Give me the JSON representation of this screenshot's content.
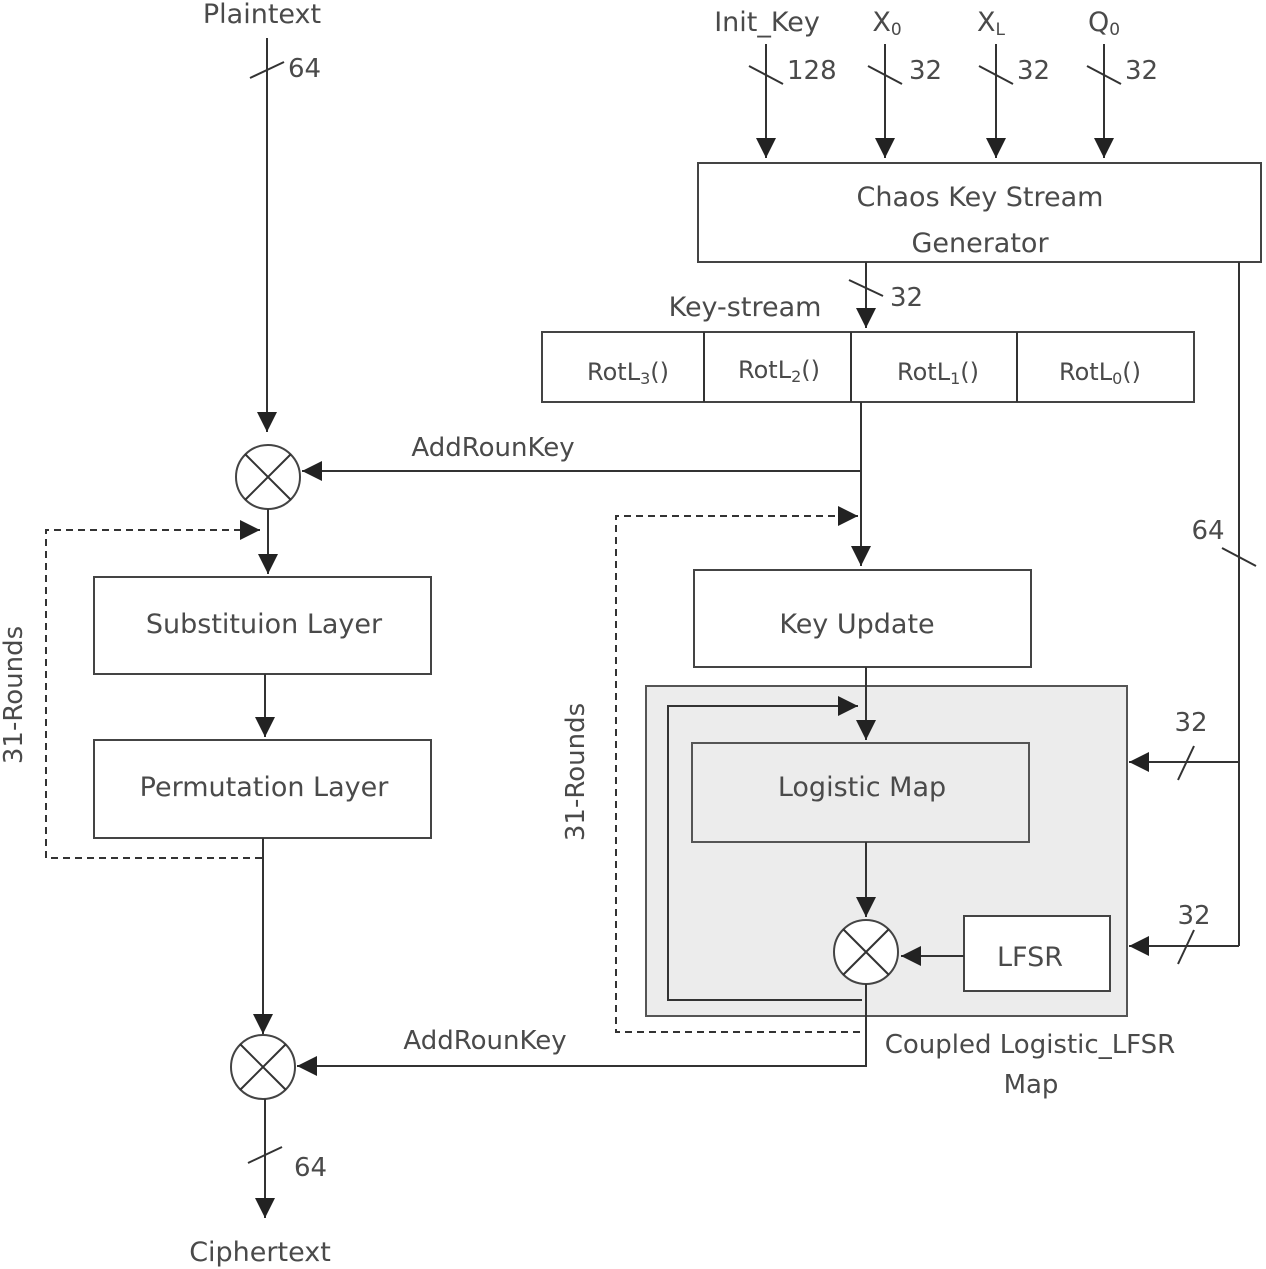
{
  "inputs": {
    "plaintext": "Plaintext",
    "plaintext_width": "64",
    "init_key": "Init_Key",
    "init_key_width": "128",
    "x0": "X",
    "x0_sub": "0",
    "x0_width": "32",
    "xl": "X",
    "xl_sub": "L",
    "xl_width": "32",
    "q0": "Q",
    "q0_sub": "0",
    "q0_width": "32"
  },
  "generator": {
    "line1": "Chaos Key Stream",
    "line2": "Generator",
    "out_width": "32",
    "side_width": "64"
  },
  "keystream": {
    "label": "Key-stream",
    "rot_prefix": "RotL",
    "rot_suffix": "()",
    "rotations": [
      {
        "sub": "3"
      },
      {
        "sub": "2"
      },
      {
        "sub": "1"
      },
      {
        "sub": "0"
      }
    ]
  },
  "cipher": {
    "add_round_key_top": "AddRounKey",
    "add_round_key_bottom": "AddRounKey",
    "substitution": "Substituion Layer",
    "permutation": "Permutation Layer",
    "rounds_left": "31-Rounds",
    "output_width": "64",
    "ciphertext": "Ciphertext"
  },
  "key_schedule": {
    "key_update": "Key Update",
    "logistic_map": "Logistic Map",
    "lfsr": "LFSR",
    "rounds_right": "31-Rounds",
    "coupled_line1": "Coupled Logistic_LFSR",
    "coupled_line2": "Map",
    "width_upper": "32",
    "width_lower": "32"
  }
}
